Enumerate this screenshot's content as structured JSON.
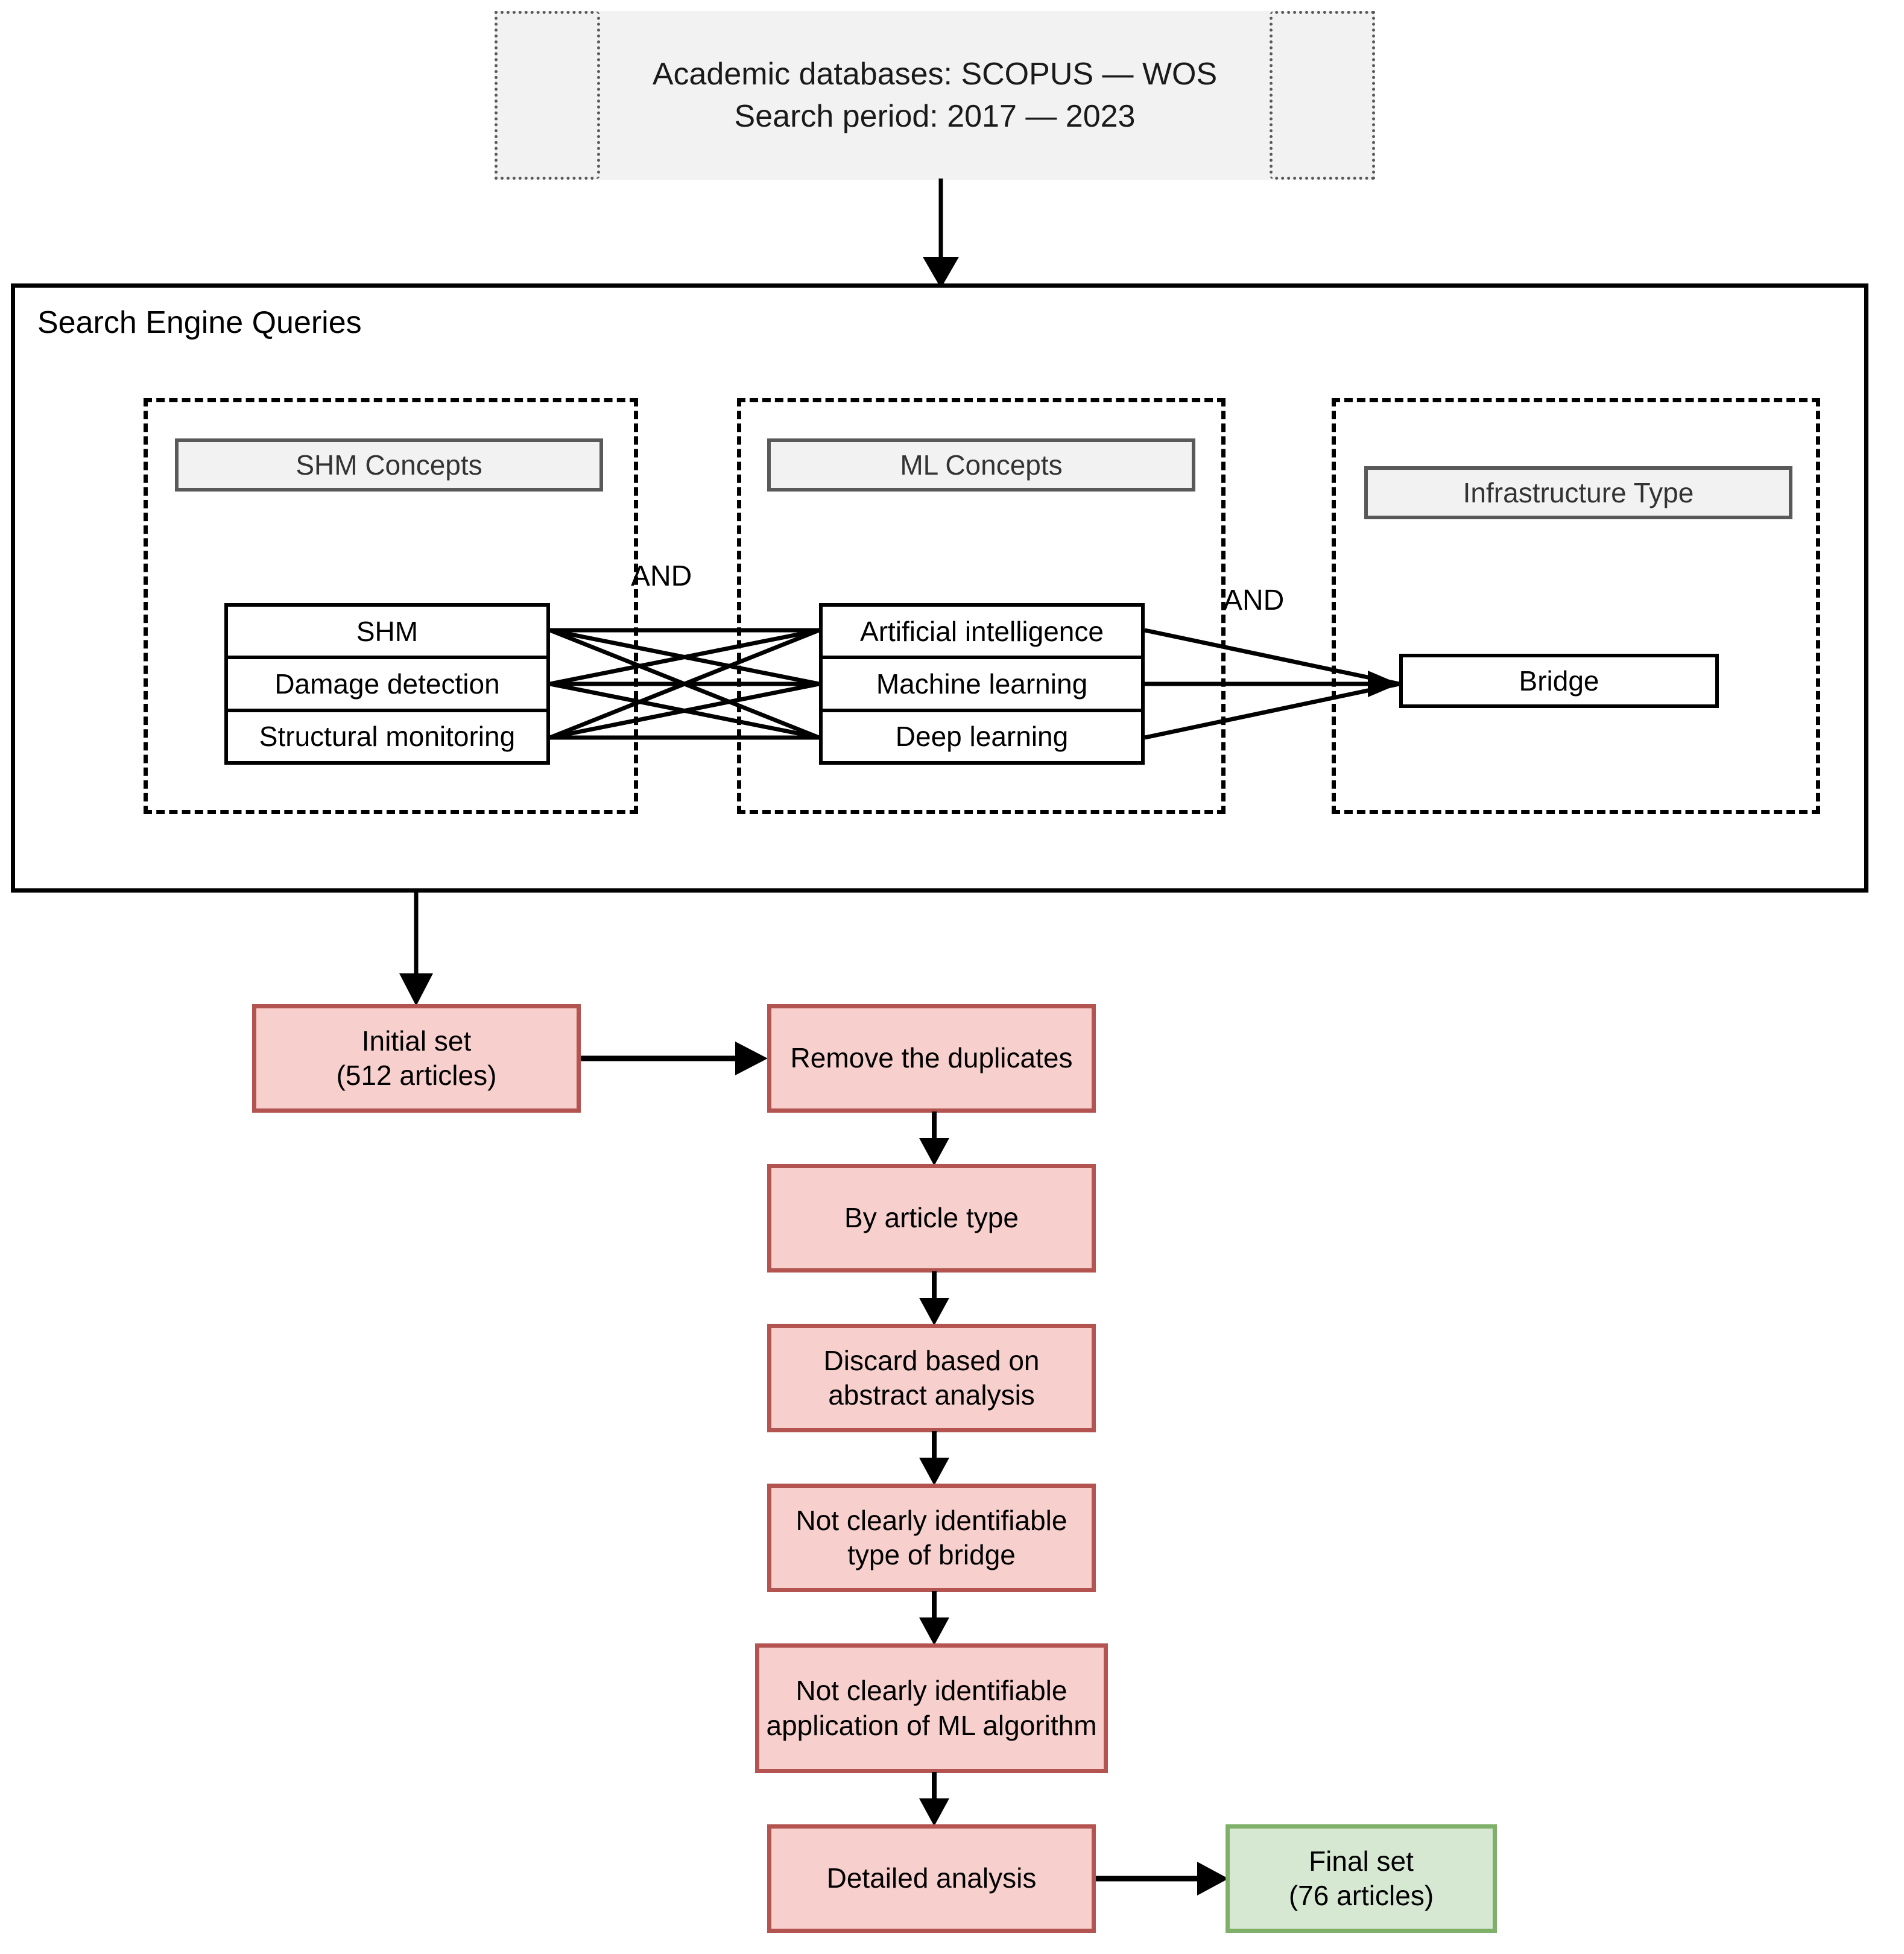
{
  "source_banner": {
    "line1": "Academic databases: SCOPUS — WOS",
    "line2": "Search period: 2017 — 2023"
  },
  "search_engine_queries": {
    "title": "Search Engine Queries",
    "operator_1": "AND",
    "operator_2": "AND",
    "columns": [
      {
        "header": "SHM Concepts",
        "terms": [
          "SHM",
          "Damage detection",
          "Structural monitoring"
        ]
      },
      {
        "header": "ML Concepts",
        "terms": [
          "Artificial intelligence",
          "Machine learning",
          "Deep learning"
        ]
      },
      {
        "header": "Infrastructure Type",
        "terms": [
          "Bridge"
        ]
      }
    ]
  },
  "screening_flow": {
    "initial_set": "Initial set\n(512 articles)",
    "initial_set_line1": "Initial set",
    "initial_set_line2": "(512 articles)",
    "remove_duplicates": "Remove the duplicates",
    "by_article_type": "By article type",
    "discard_abstract": "Discard based on abstract analysis",
    "not_identifiable_bridge": "Not clearly identifiable type of bridge",
    "not_identifiable_ml": "Not clearly identifiable application of ML algorithm",
    "detailed_analysis": "Detailed analysis",
    "final_set_line1": "Final set",
    "final_set_line2": "(76 articles)"
  },
  "counts": {
    "initial_articles": 512,
    "final_articles": 76
  },
  "colors": {
    "step_fill": "#f7cfcc",
    "step_border": "#b35450",
    "final_fill": "#d6e8d2",
    "final_border": "#7fb069",
    "pill_fill": "#f2f2f2",
    "pill_border": "#595959",
    "banner_fill": "#f2f2f2",
    "banner_border": "#595959",
    "line": "#000000"
  }
}
